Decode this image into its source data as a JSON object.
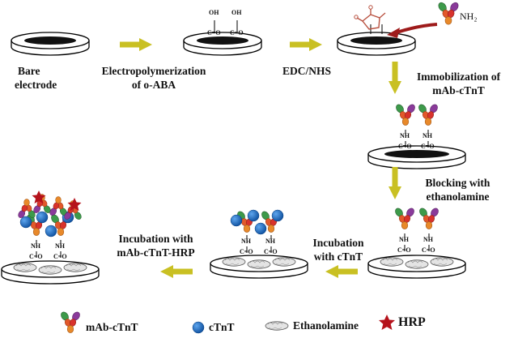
{
  "steps": {
    "bare_label": [
      "Bare",
      "electrode"
    ],
    "electropoly_label": [
      "Electropolymerization",
      "of o-ABA"
    ],
    "edc_label": "EDC/NHS",
    "immob_label": [
      "Immobilization of",
      "mAb-cTnT"
    ],
    "blocking_label": [
      "Blocking with",
      "ethanolamine"
    ],
    "incub_ctnt_label": [
      "Incubation",
      "with cTnT"
    ],
    "incub_hrp_label": [
      "Incubation with",
      "mAb-cTnT-HRP"
    ]
  },
  "chem": {
    "oh": "OH",
    "cooh": "C=O",
    "nh": "NH",
    "nh2": "NH₂"
  },
  "legend": {
    "antibody": "mAb-cTnT",
    "ctnt": "cTnT",
    "ethanolamine": "Ethanolamine",
    "hrp": "HRP"
  },
  "colors": {
    "arrow": "#c9c023",
    "red_arrow": "#9e1b1b",
    "ctnt": "#1769c2",
    "star": "#b5121b",
    "nhs": "#b8503f"
  }
}
